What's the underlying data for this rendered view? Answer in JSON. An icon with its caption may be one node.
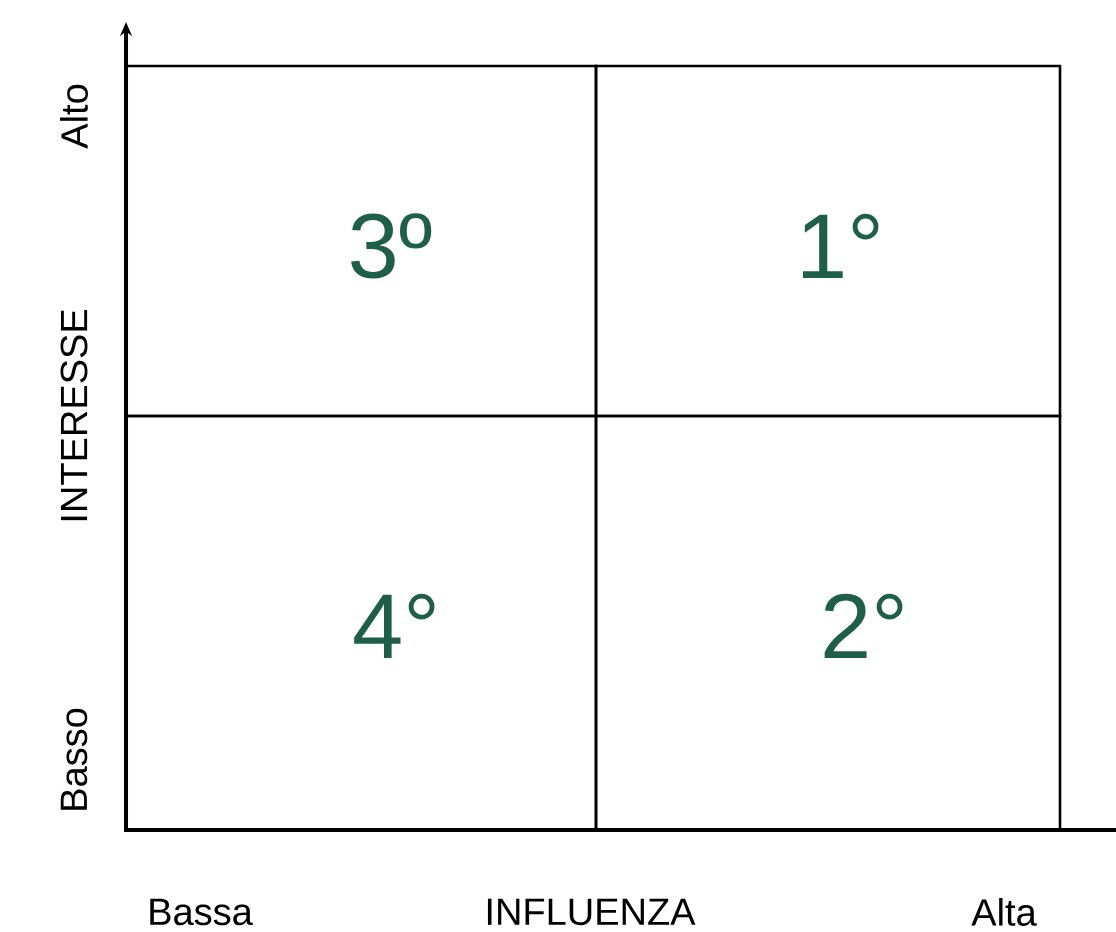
{
  "diagram": {
    "nodes": [
      {
        "text": [
          "3º"
        ]
      },
      {
        "text": [
          "1°"
        ]
      },
      {
        "text": [
          "4°"
        ]
      },
      {
        "text": [
          "2°"
        ]
      }
    ],
    "labels": [
      "Alto",
      "INTERESSE",
      "Basso",
      "Bassa",
      "INFLUENZA",
      "Alta"
    ]
  }
}
